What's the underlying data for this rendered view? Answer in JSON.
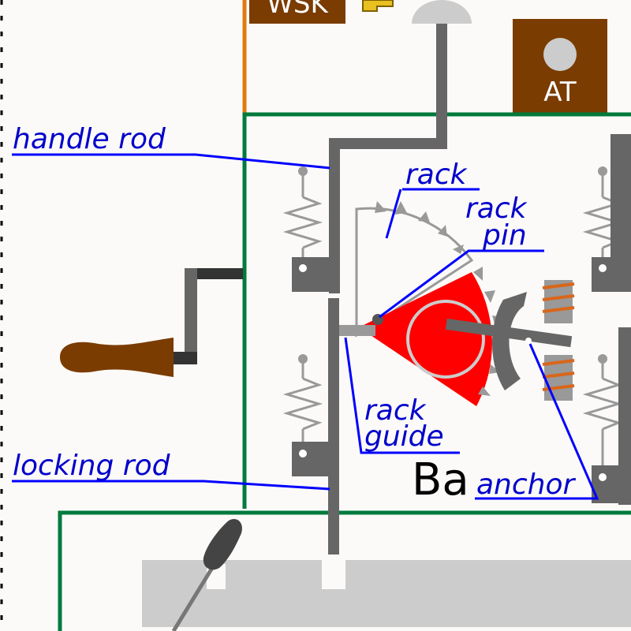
{
  "labels": {
    "wsk": "WSK",
    "at": "AT",
    "handle_rod": "handle rod",
    "rack": "rack",
    "rack_pin_1": "rack",
    "rack_pin_2": "pin",
    "rack_guide_1": "rack",
    "rack_guide_2": "guide",
    "locking_rod": "locking rod",
    "anchor": "anchor",
    "ba": "Ba"
  },
  "colors": {
    "background": "#fcfaf8",
    "frame_green": "#007a3d",
    "label_blue": "#0000cc",
    "rod_gray": "#666666",
    "wood_brown": "#7a3c00",
    "sector_red": "#ff0000",
    "coil_orange": "#d9661a",
    "orange_wire": "#e07a10",
    "bar_light": "#cccccc"
  }
}
